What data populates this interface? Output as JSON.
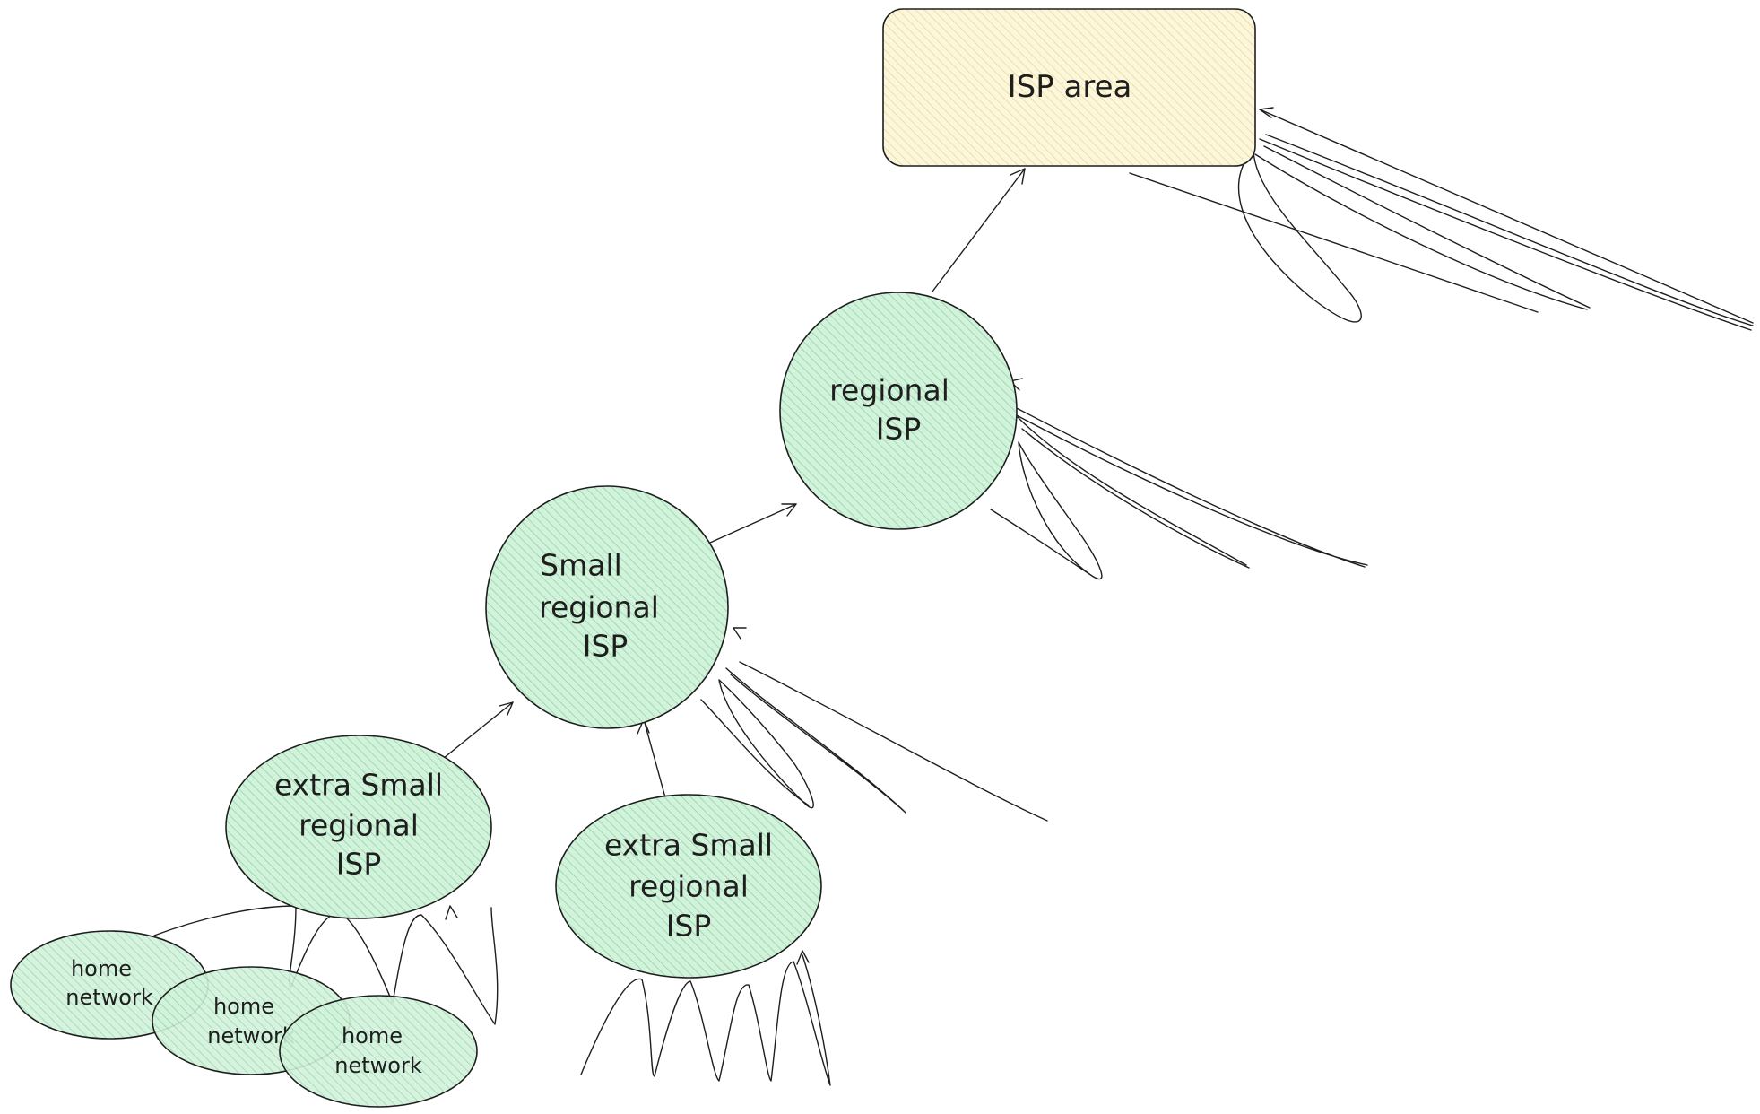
{
  "diagram": {
    "colors": {
      "circle_fill": "#d3f2dc",
      "circle_hatch": "#8bd7a3",
      "box_fill": "#fbf6dc",
      "box_hatch": "#e7d98a",
      "stroke": "#1e1e1e"
    },
    "nodes": {
      "isp_area": {
        "label": "ISP area"
      },
      "regional_isp": {
        "line1": "regional",
        "line2": "ISP"
      },
      "small_regional_isp": {
        "line1": "Small",
        "line2": "regional",
        "line3": "ISP"
      },
      "xs_regional_isp_left": {
        "line1": "extra Small",
        "line2": "regional",
        "line3": "ISP"
      },
      "xs_regional_isp_mid": {
        "line1": "extra Small",
        "line2": "regional",
        "line3": "ISP"
      },
      "home_network_1": {
        "line1": "home",
        "line2": "network"
      },
      "home_network_2": {
        "line1": "home",
        "line2": "network"
      },
      "home_network_3": {
        "line1": "home",
        "line2": "network"
      }
    }
  }
}
